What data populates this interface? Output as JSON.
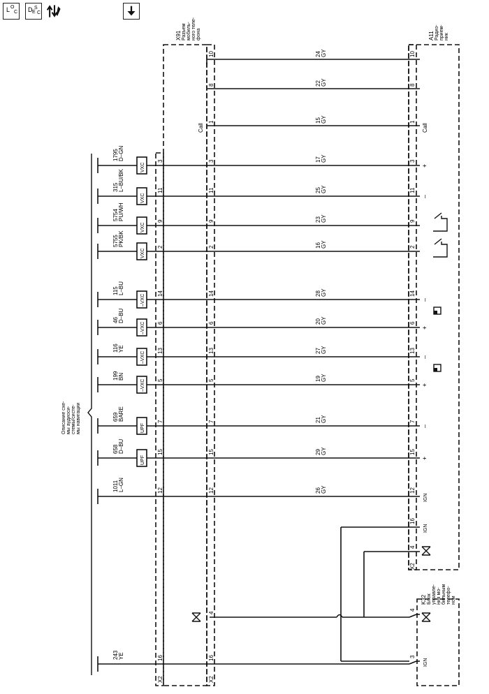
{
  "toolbar": {
    "loc_label": "L O C",
    "desc_label": "D E S C",
    "loc_main": "L",
    "loc_sub_o": "O",
    "loc_sub_c": "C",
    "desc_main": "D",
    "desc_sub_e": "E",
    "desc_sub_s": "S",
    "desc_sub_c": "C"
  },
  "components": {
    "x91": {
      "id": "X91",
      "lines": [
        "Разъем",
        "мобиль-",
        "ного теле-",
        "фона"
      ]
    },
    "a11": {
      "id": "A11",
      "lines": [
        "Радио-",
        "прием-",
        "ник"
      ]
    },
    "k32": {
      "id": "K32",
      "lines": [
        "Блок",
        "управле-",
        "ния мо-",
        "бильным",
        "телефо-",
        "ном"
      ]
    },
    "ref": {
      "lines": [
        "Описание схе-",
        "мы аудиоси-",
        "стемы/систе-",
        "мы навигации"
      ]
    }
  },
  "connector_labels": {
    "x2_left": "X2",
    "x2_mid": "X2",
    "x2_right": "X2"
  },
  "call_label": "Call",
  "wires": [
    {
      "num": "1795",
      "color": "D–GN",
      "filter": "VXC",
      "pin_left": "3",
      "pin_mid": "3",
      "pin_right": "3",
      "right_wire": "17",
      "right_color": "GY",
      "right_sym": "+"
    },
    {
      "num": "315",
      "color": "L–BU/BK",
      "filter": "VXC",
      "pin_left": "11",
      "pin_mid": "11",
      "pin_right": "11",
      "right_wire": "25",
      "right_color": "GY",
      "right_sym": "–"
    },
    {
      "num": "5754",
      "color": "PU/WH",
      "filter": "VXC",
      "pin_left": "9",
      "pin_mid": "9",
      "pin_right": "9",
      "right_wire": "23",
      "right_color": "GY",
      "right_sym": ""
    },
    {
      "num": "5755",
      "color": "PK/BK",
      "filter": "VXC",
      "pin_left": "2",
      "pin_mid": "2",
      "pin_right": "2",
      "right_wire": "16",
      "right_color": "GY",
      "right_sym": ""
    },
    {
      "num": "115",
      "color": "L–BU",
      "filter": "–VXC",
      "pin_left": "14",
      "pin_mid": "14",
      "pin_right": "14",
      "right_wire": "28",
      "right_color": "GY",
      "right_sym": "–"
    },
    {
      "num": "46",
      "color": "D–BU",
      "filter": "–VXC",
      "pin_left": "6",
      "pin_mid": "6",
      "pin_right": "6",
      "right_wire": "20",
      "right_color": "GY",
      "right_sym": "+"
    },
    {
      "num": "116",
      "color": "YE",
      "filter": "–VXC",
      "pin_left": "13",
      "pin_mid": "13",
      "pin_right": "13",
      "right_wire": "27",
      "right_color": "GY",
      "right_sym": "–"
    },
    {
      "num": "199",
      "color": "BN",
      "filter": "–VXC",
      "pin_left": "5",
      "pin_mid": "5",
      "pin_right": "5",
      "right_wire": "19",
      "right_color": "GY",
      "right_sym": "+"
    },
    {
      "num": "659",
      "color": "BARE",
      "filter": "UPF",
      "pin_left": "7",
      "pin_mid": "7",
      "pin_right": "7",
      "right_wire": "21",
      "right_color": "GY",
      "right_sym": "–"
    },
    {
      "num": "658",
      "color": "D–BU",
      "filter": "UPF",
      "pin_left": "15",
      "pin_mid": "15",
      "pin_right": "15",
      "right_wire": "29",
      "right_color": "GY",
      "right_sym": "+"
    },
    {
      "num": "1011",
      "color": "L–GN",
      "filter": "",
      "pin_left": "12",
      "pin_mid": "12",
      "pin_right": "12",
      "right_wire": "26",
      "right_color": "GY",
      "right_sym": "IGN"
    }
  ],
  "top_wires": [
    {
      "pin_mid": "10",
      "pin_right": "10",
      "right_wire": "24",
      "right_color": "GY"
    },
    {
      "pin_mid": "8",
      "pin_right": "8",
      "right_wire": "22",
      "right_color": "GY"
    },
    {
      "pin_mid": "1",
      "pin_right": "1",
      "right_wire": "15",
      "right_color": "GY"
    }
  ],
  "bottom": {
    "wire_num": "243",
    "wire_color": "YE",
    "pin_left": "16",
    "pin_mid": "16",
    "pin_mid_4": "4",
    "a11_pin_16": "16",
    "a11_pin_4": "4",
    "a11_ign": "IGN",
    "k32_pin_4": "4",
    "k32_pin_3": "3",
    "k32_ign": "IGN"
  }
}
